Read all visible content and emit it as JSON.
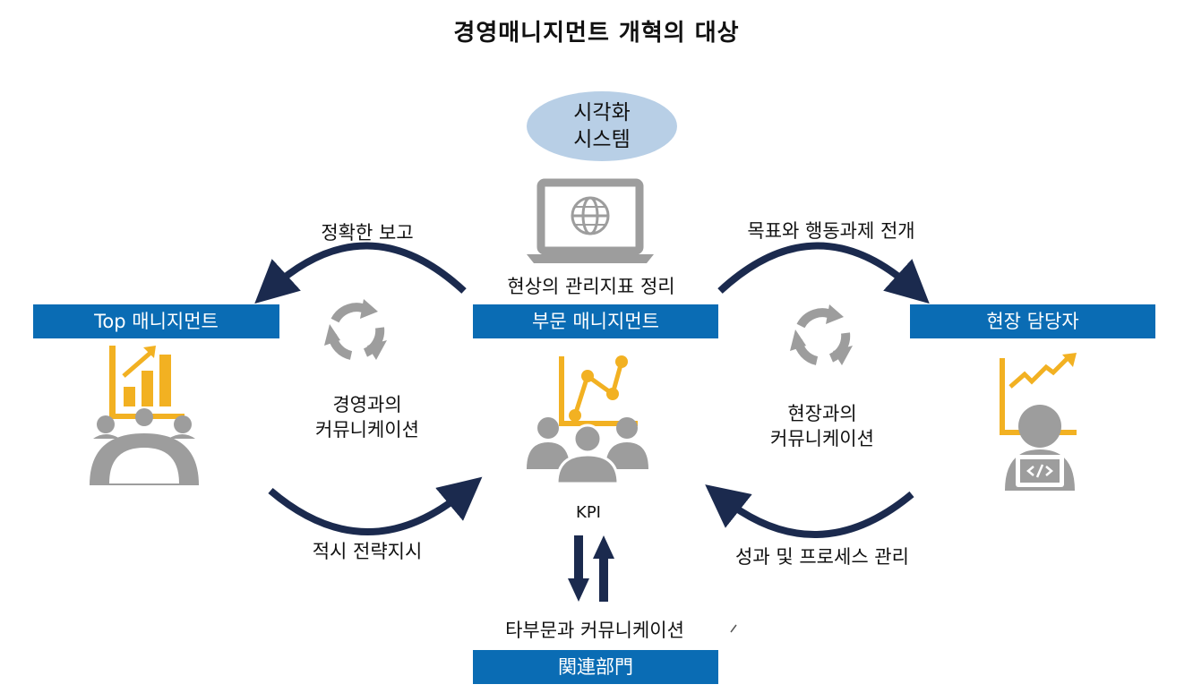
{
  "title": "경영매니지먼트 개혁의 대상",
  "visualization_system": {
    "line1": "시각화",
    "line2": "시스템"
  },
  "boxes": {
    "top_management": "Top 매니지먼트",
    "dept_management": "부문 매니지먼트",
    "field_staff": "현장 담당자",
    "related_depts": "関連部門"
  },
  "labels": {
    "accurate_report": "정확한 보고",
    "kpi_organize": "현상의 관리지표 정리",
    "goals_actions": "목표와 행동과제 전개",
    "mgmt_comm_line1": "경영과의",
    "mgmt_comm_line2": "커뮤니케이션",
    "field_comm_line1": "현장과의",
    "field_comm_line2": "커뮤니케이션",
    "timely_strategy": "적시 전략지시",
    "performance_process": "성과 및 프로세스 관리",
    "kpi": "KPI",
    "other_dept_comm": "타부문과 커뮤니케이션"
  },
  "colors": {
    "box_blue": "#0a6cb4",
    "arrow_navy": "#1b2a4e",
    "icon_gold": "#f2b122",
    "icon_gray": "#9d9d9d",
    "ellipse_fill": "#b8cfe6"
  },
  "icons": [
    "laptop-globe-icon",
    "cycle-icon",
    "meeting-chart-icon",
    "team-kpi-chart-icon",
    "developer-chart-icon"
  ]
}
